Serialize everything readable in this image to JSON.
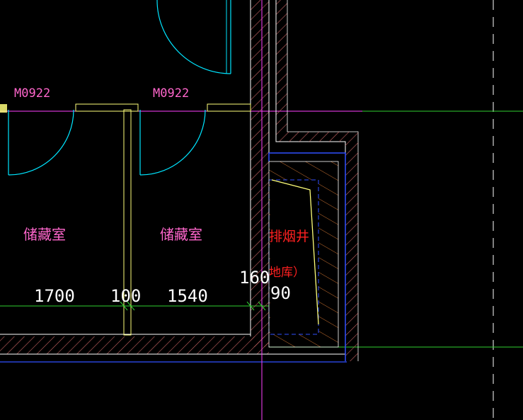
{
  "colors": {
    "background": "#000000",
    "wall_outline": "#ffffff",
    "hatch": "#c86464",
    "cyan": "#00e5ff",
    "yellow": "#ffff7a",
    "magenta": "#ff40ff",
    "green": "#30d030",
    "blue": "#3050ff",
    "red": "#ff2020",
    "pink_text": "#ff66cc",
    "dim_text": "#ffffff",
    "grid_dash": "#ffffff"
  },
  "doors": {
    "left_tag": "M0922",
    "right_tag": "M0922"
  },
  "rooms": {
    "left_name": "储藏室",
    "right_name": "储藏室"
  },
  "shaft": {
    "name": "排烟井",
    "sub": "地库）"
  },
  "dimensions": {
    "d1": "1700",
    "d2": "100",
    "d3": "1540",
    "d4": "160",
    "d5": "90"
  }
}
